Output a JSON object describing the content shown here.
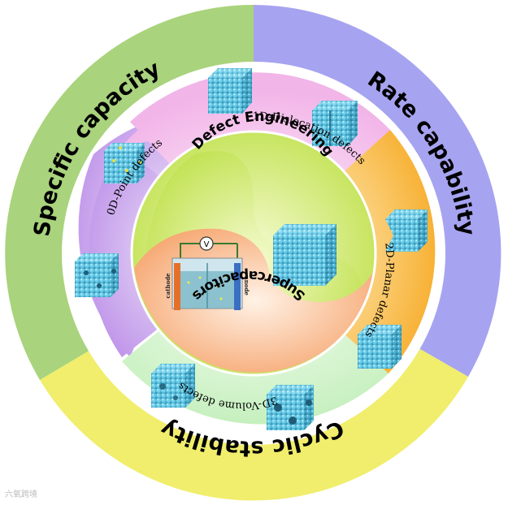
{
  "outer_ring": {
    "specific_capacity": "Specific capacity",
    "rate_capability": "Rate capability",
    "cyclic_stability": "Cyclic stability"
  },
  "defects": {
    "point": "0D-Point defects",
    "dislocation": "1D-Dislocation defects",
    "planar": "2D-Planar defects",
    "volume": "3D-Volume defects"
  },
  "center": {
    "defect_engineering": "Defect Engineering",
    "supercapacitors": "Supercapacitors",
    "cathode": "cathode",
    "anode": "anode",
    "voltmeter": "V"
  },
  "watermark": "六氧跨境",
  "colors": {
    "specific_capacity_sector": "#a9d37c",
    "rate_capability_sector": "#a6a4f0",
    "cyclic_stability_sector": "#f0ee6c",
    "point_defect_region": "#c39be8",
    "dislocation_region": "#f3b9ea",
    "planar_region": "#f7b435",
    "volume_region": "#c7f1c0",
    "defect_engineering_core": "#ccea63",
    "supercapacitor_core": "#f7b182",
    "lattice_atom": "#5cc4e2"
  }
}
